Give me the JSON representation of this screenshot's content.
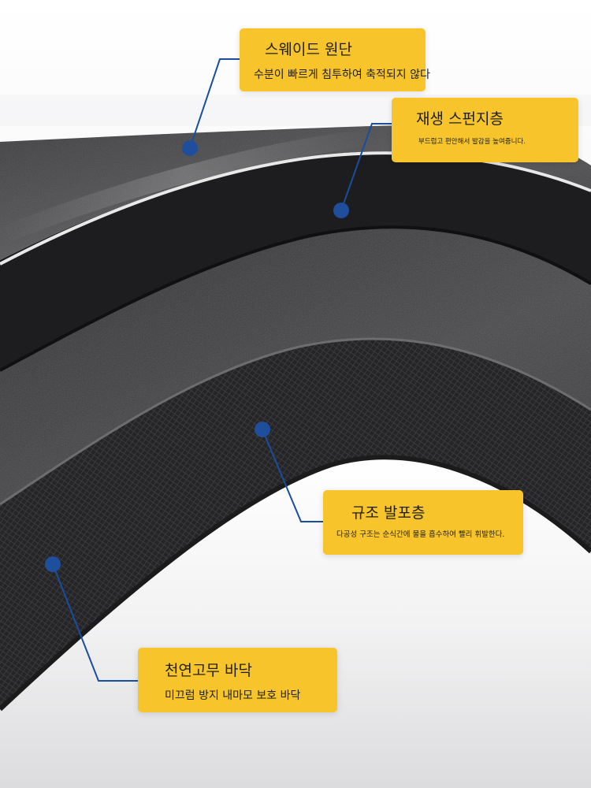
{
  "callouts": [
    {
      "title": "스웨이드 원단",
      "description": "수분이 빠르게 침투하여 축적되지 않다"
    },
    {
      "title": "재생 스펀지층",
      "description": "부드럽고 편안해서 발감을 높여줍니다."
    },
    {
      "title": "규조 발포층",
      "description": "다공성 구조는 순식간에 물을 흡수하여 빨리 휘발한다."
    },
    {
      "title": "천연고무 바닥",
      "description": "미끄럼 방지 내마모 보호 바닥"
    }
  ],
  "colors": {
    "callout_background": "#f7c52b",
    "leader_line": "#1a4d9e",
    "marker_dot": "#1f4e9c",
    "suede_layer": "#4a4a4a",
    "sponge_layer": "#1d1d1f",
    "diatom_layer": "#3a3a3c",
    "rubber_layer": "#2b2b2d"
  }
}
